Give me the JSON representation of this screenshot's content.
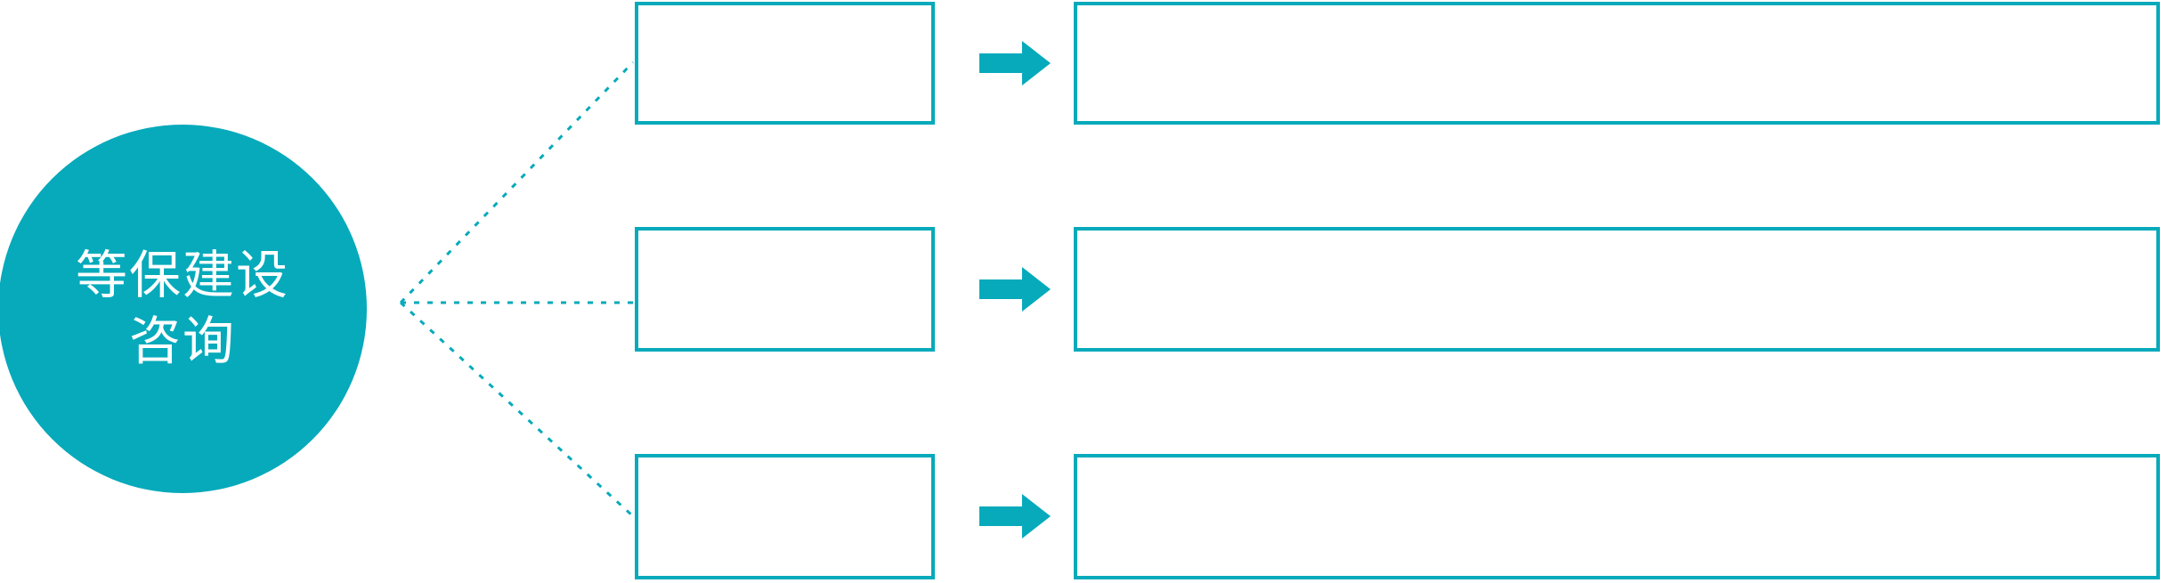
{
  "theme": {
    "accent": "#06aabb",
    "background": "#ffffff",
    "text_on_accent": "#ffffff",
    "box_text": "#1a1a1a"
  },
  "hub": {
    "name": "等保建设咨询",
    "line1": "等保建设",
    "line2": "咨询"
  },
  "connector": {
    "style": "dotted",
    "color": "#06aabb",
    "origin_label": "等保建设咨询",
    "branch_count": 3
  },
  "rows": [
    {
      "id": "row-1",
      "label": "",
      "detail": "",
      "arrow": "right-arrow"
    },
    {
      "id": "row-2",
      "label": "",
      "detail": "",
      "arrow": "right-arrow"
    },
    {
      "id": "row-3",
      "label": "",
      "detail": "",
      "arrow": "right-arrow"
    }
  ]
}
